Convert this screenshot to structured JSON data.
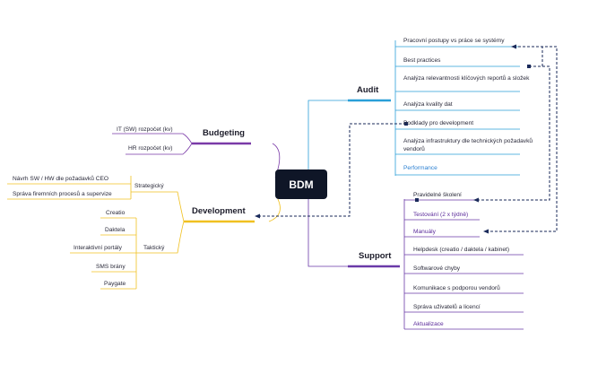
{
  "center": {
    "label": "BDM"
  },
  "branches": {
    "audit": {
      "label": "Audit",
      "items": [
        "Pracovní postupy vs práce se systémy",
        "Best practices",
        "Analýza relevantnosti klíčových reportů a složek",
        "Analýza kvality dat",
        "Podklady pro development",
        "Analýza infrastruktury dle technických požadavků vendorů",
        "Performance"
      ]
    },
    "support": {
      "label": "Support",
      "items": [
        "Pravidelné školení",
        "Testování (2 x týdně)",
        "Manuály",
        "Helpdesk (creatio / daktela / kabinet)",
        "Softwarové chyby",
        "Komunikace s podporou vendorů",
        "Správa uživatelů a licencí",
        "Aktualizace"
      ]
    },
    "budgeting": {
      "label": "Budgeting",
      "items": [
        "IT (SW) rozpočet (kv)",
        "HR rozpočet (kv)"
      ]
    },
    "development": {
      "label": "Development",
      "strategic": {
        "label": "Strategický",
        "items": [
          "Návrh SW / HW dle požadavků CEO",
          "Správa firemních procesů a supervize"
        ]
      },
      "tactical": {
        "label": "Taktický",
        "items": [
          "Creatio",
          "Daktela",
          "Interaktivní portály",
          "SMS brány",
          "Paygate"
        ]
      }
    }
  },
  "colors": {
    "center": "#0f1627",
    "audit": "#2a9fd8",
    "support": "#6a3aa8",
    "budgeting": "#7a3aa8",
    "development": "#f0c020",
    "arrows": "#1a2a5a"
  }
}
